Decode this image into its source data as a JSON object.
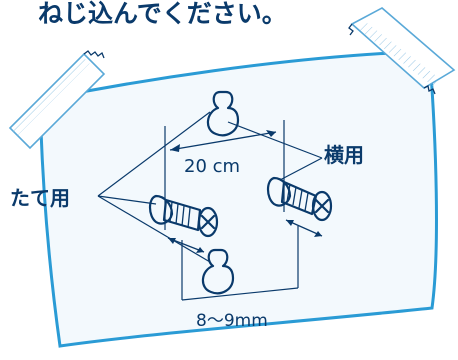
{
  "header": {
    "text": "ねじ込んでください。"
  },
  "labels": {
    "vertical_use": "たて用",
    "horizontal_use": "横用",
    "spacing_dimension": "20 cm",
    "protrusion_dimension": "8〜9mm"
  },
  "colors": {
    "ink": "#0a3a6b",
    "board_fill": "#f3f9fd",
    "board_stroke": "#2a9bd5",
    "tape_fill": "#ffffff",
    "tape_stroke": "#5aa9d8"
  }
}
